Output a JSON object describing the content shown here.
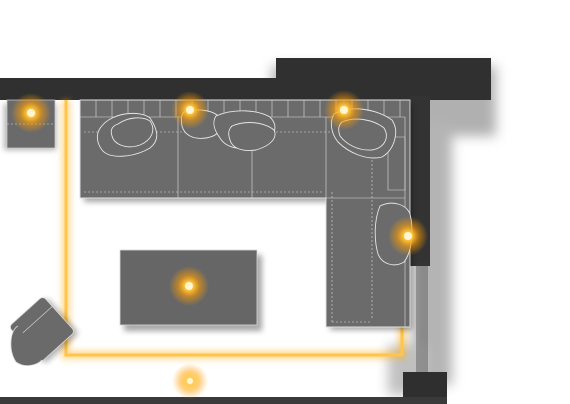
{
  "plan": {
    "colors": {
      "wall": "#2f2f2f",
      "wall_shadow": "#8a8a8a",
      "furniture": "#6a6a6a",
      "furniture_line": "#d9d9d9",
      "light_core": "#fff3c4",
      "light_glow": "#ffb21f",
      "led_strip": "#ffbb33",
      "background": "#ffffff"
    },
    "furniture": [
      {
        "name": "sectional-sofa",
        "icon": "sofa-icon"
      },
      {
        "name": "coffee-table",
        "icon": "table-icon"
      },
      {
        "name": "side-cabinet",
        "icon": "cabinet-icon"
      },
      {
        "name": "lounge-chair",
        "icon": "armchair-icon"
      },
      {
        "name": "throw-pillows",
        "icon": "pillow-icon"
      }
    ],
    "lights": [
      {
        "name": "cabinet-lamp"
      },
      {
        "name": "sofa-lamp-left"
      },
      {
        "name": "sofa-lamp-right"
      },
      {
        "name": "corner-lamp"
      },
      {
        "name": "table-lamp"
      },
      {
        "name": "floor-lamp"
      }
    ],
    "led_strip": {
      "name": "cove-led-strip"
    }
  }
}
